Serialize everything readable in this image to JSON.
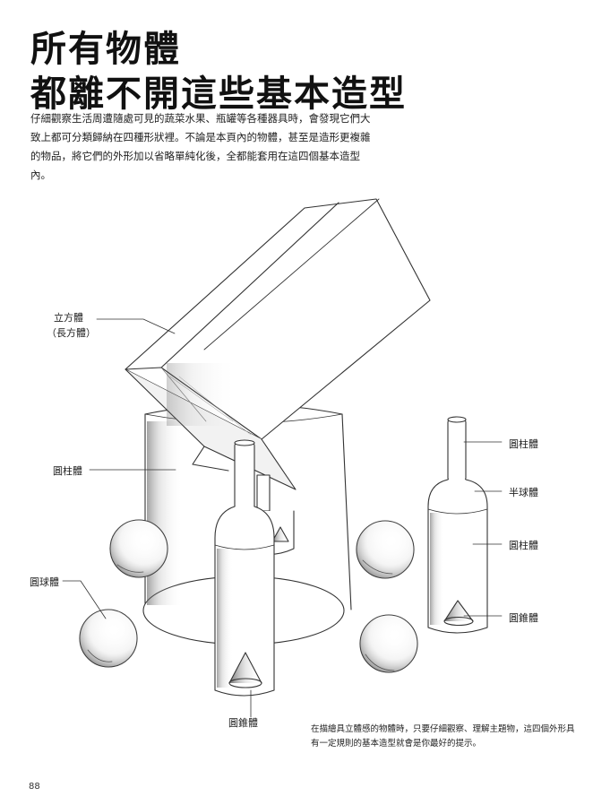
{
  "heading": {
    "line1": "所有物體",
    "line2": "都離不開這些基本造型"
  },
  "intro_text": "仔細觀察生活周遭隨處可見的蔬菜水果、瓶罐等各種器具時，會發現它們大致上都可分類歸納在四種形狀裡。不論是本頁內的物體，甚至是造形更複雜的物品，將它們的外形加以省略單純化後，全都能套用在這四個基本造型內。",
  "labels": {
    "cube_line1": "立方體",
    "cube_line2": "（長方體）",
    "cylinder_left": "圓柱體",
    "sphere_left": "圓球體",
    "cone_bottom": "圓錐體",
    "cylinder_right_top": "圓柱體",
    "hemisphere_right": "半球體",
    "cylinder_right_mid": "圓柱體",
    "cone_right": "圓錐體"
  },
  "note_text": "在描繪具立體感的物體時，只要仔細觀察、理解主題物，這四個外形具有一定規則的基本造型就會是你最好的提示。",
  "page_number": "88"
}
